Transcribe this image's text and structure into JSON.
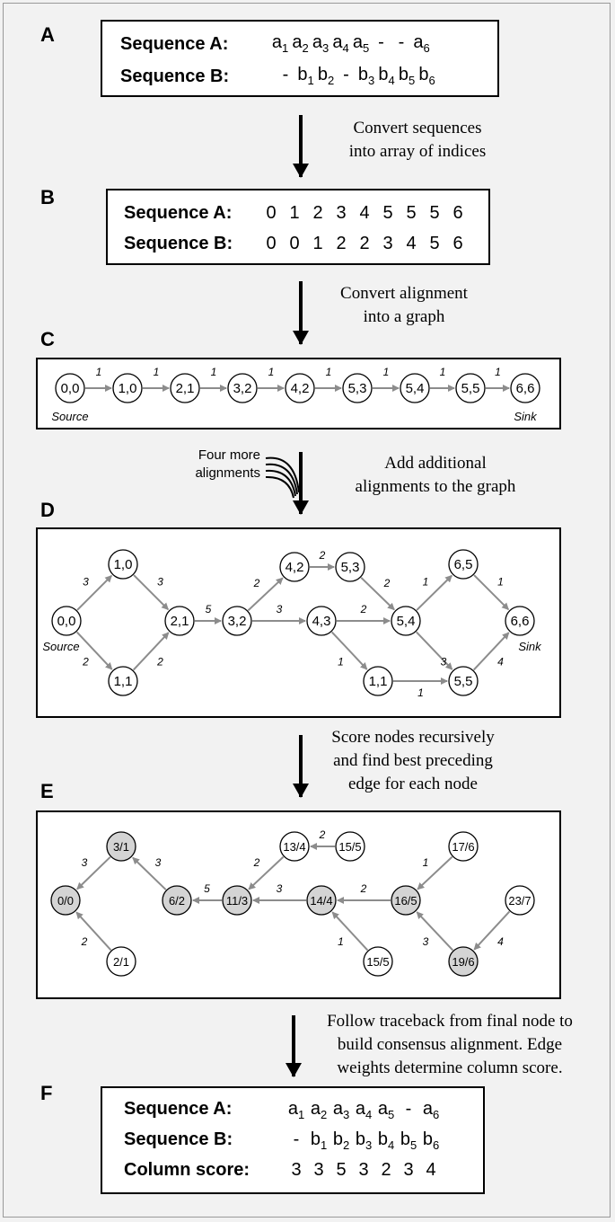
{
  "panels": {
    "A": {
      "letter": "A",
      "row_a_label": "Sequence A:",
      "row_b_label": "Sequence B:",
      "row_a": [
        [
          "a",
          "1"
        ],
        [
          "a",
          "2"
        ],
        [
          "a",
          "3"
        ],
        [
          "a",
          "4"
        ],
        [
          "a",
          "5"
        ],
        [
          "-",
          ""
        ],
        [
          "-",
          ""
        ],
        [
          "a",
          "6"
        ]
      ],
      "row_b": [
        [
          "-",
          ""
        ],
        [
          "b",
          "1"
        ],
        [
          "b",
          "2"
        ],
        [
          "-",
          ""
        ],
        [
          "b",
          "3"
        ],
        [
          "b",
          "4"
        ],
        [
          "b",
          "5"
        ],
        [
          "b",
          "6"
        ]
      ]
    },
    "B": {
      "letter": "B",
      "row_a_label": "Sequence A:",
      "row_b_label": "Sequence B:",
      "row_a": [
        "0",
        "1",
        "2",
        "3",
        "4",
        "5",
        "5",
        "5",
        "6"
      ],
      "row_b": [
        "0",
        "0",
        "1",
        "2",
        "2",
        "3",
        "4",
        "5",
        "6"
      ]
    },
    "C": {
      "letter": "C",
      "nodes": [
        "0,0",
        "1,0",
        "2,1",
        "3,2",
        "4,2",
        "5,3",
        "5,4",
        "5,5",
        "6,6"
      ],
      "weights": [
        "1",
        "1",
        "1",
        "1",
        "1",
        "1",
        "1",
        "1"
      ],
      "source_label": "Source",
      "sink_label": "Sink"
    },
    "D": {
      "letter": "D",
      "source_label": "Source",
      "sink_label": "Sink",
      "nodes": {
        "n00": "0,0",
        "n10": "1,0",
        "n11": "1,1",
        "n21": "2,1",
        "n32": "3,2",
        "n42": "4,2",
        "n53": "5,3",
        "n43": "4,3",
        "n11b": "1,1",
        "n54": "5,4",
        "n65": "6,5",
        "n55": "5,5",
        "n66": "6,6"
      },
      "edges": {
        "e00_10": "3",
        "e00_11": "2",
        "e10_21": "3",
        "e11_21": "2",
        "e21_32": "5",
        "e32_42": "2",
        "e32_43": "3",
        "e42_53": "2",
        "e53_54": "2",
        "e43_54": "2",
        "e43_11b": "1",
        "e11b_55": "1",
        "e54_65": "1",
        "e54_55": "3",
        "e65_66": "1",
        "e55_66": "4"
      }
    },
    "E": {
      "letter": "E",
      "nodes": {
        "m31": "3/1",
        "m00": "0/0",
        "m21": "2/1",
        "m62": "6/2",
        "m113": "11/3",
        "m134": "13/4",
        "m155a": "15/5",
        "m144": "14/4",
        "m155b": "15/5",
        "m176": "17/6",
        "m165": "16/5",
        "m237": "23/7",
        "m196": "19/6"
      },
      "edges": {
        "f31_00": "3",
        "f21_00": "2",
        "f62_31": "3",
        "f113_62": "5",
        "f134_113": "2",
        "f155a_134": "2",
        "f144_113": "3",
        "f155b_144": "1",
        "f165_144": "2",
        "f176_165": "1",
        "f196_165": "3",
        "f237_196": "4"
      }
    },
    "F": {
      "letter": "F",
      "row_a_label": "Sequence A:",
      "row_b_label": "Sequence B:",
      "row_c_label": "Column score:",
      "row_a": [
        [
          "a",
          "1"
        ],
        [
          "a",
          "2"
        ],
        [
          "a",
          "3"
        ],
        [
          "a",
          "4"
        ],
        [
          "a",
          "5"
        ],
        [
          "-",
          ""
        ],
        [
          "a",
          "6"
        ]
      ],
      "row_b": [
        [
          "-",
          ""
        ],
        [
          "b",
          "1"
        ],
        [
          "b",
          "2"
        ],
        [
          "b",
          "3"
        ],
        [
          "b",
          "4"
        ],
        [
          "b",
          "5"
        ],
        [
          "b",
          "6"
        ]
      ],
      "row_c": [
        "3",
        "3",
        "5",
        "3",
        "2",
        "3",
        "4"
      ]
    }
  },
  "captions": {
    "ab_line1": "Convert sequences",
    "ab_line2": "into array of indices",
    "bc_line1": "Convert alignment",
    "bc_line2": "into a graph",
    "cd_side_line1": "Four more",
    "cd_side_line2": "alignments",
    "cd_line1": "Add additional",
    "cd_line2": "alignments to the graph",
    "de_line1": "Score nodes recursively",
    "de_line2": "and find best preceding",
    "de_line3": "edge for each node",
    "ef_line1": "Follow traceback from final node to",
    "ef_line2": "build consensus alignment. Edge",
    "ef_line3": "weights determine column score."
  },
  "colors": {
    "edge": "#8c8c8c",
    "scored_node": "#d4d4d4",
    "node": "#ffffff"
  }
}
